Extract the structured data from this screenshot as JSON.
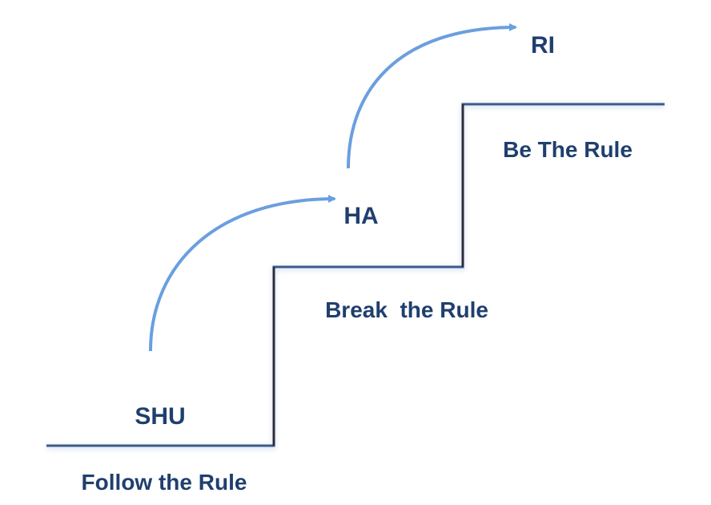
{
  "steps": [
    {
      "name": "SHU",
      "caption": "Follow the Rule"
    },
    {
      "name": "HA",
      "caption": "Break  the Rule"
    },
    {
      "name": "RI",
      "caption": "Be The Rule"
    }
  ],
  "colors": {
    "text": "#1f3f6e",
    "stair_line": "#3b5b8c",
    "arrow": "#6a9fdf"
  }
}
